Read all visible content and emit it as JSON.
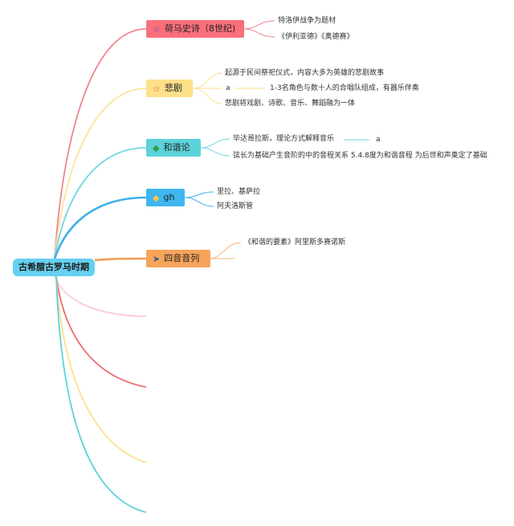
{
  "root": {
    "label": "古希腊古罗马时期"
  },
  "branches": [
    {
      "id": "homer",
      "label": "荷马史诗（8世纪)",
      "icon": "star-outline-icon",
      "color": "#f0707b",
      "leaves": [
        "特洛伊战争为题材",
        "《伊利亚德》《奥德赛》"
      ]
    },
    {
      "id": "tragedy",
      "label": "悲剧",
      "icon": "star-outline-icon",
      "color": "#fde08a",
      "leaves": [
        "起源于民间祭祀仪式，内容大多为英雄的悲剧故事",
        "a",
        "1-3名角色与数十人的合唱队组成，有器乐伴奏",
        "悲剧将戏剧、诗歌、音乐、舞蹈融为一体"
      ]
    },
    {
      "id": "harmony",
      "label": "和谐论",
      "icon": "diamond-icon",
      "color": "#5dd2db",
      "leaves": [
        "毕达哥拉斯，理论方式解释音乐",
        "a",
        "弦长为基础产生音阶的中的音程关系 5.4.8度为和谐音程 为后世和声奠定了基础"
      ]
    },
    {
      "id": "gh",
      "label": "gh",
      "icon": "diamond-icon",
      "color": "#3fb6f0",
      "leaves": [
        "里拉、基萨拉",
        "阿夫洛斯管"
      ]
    },
    {
      "id": "tetrachord",
      "label": "四音音列",
      "icon": "paper-plane-icon",
      "color": "#f7a45b",
      "leaves": [
        "《和谐的要素》阿里斯多赛诺斯"
      ]
    }
  ]
}
